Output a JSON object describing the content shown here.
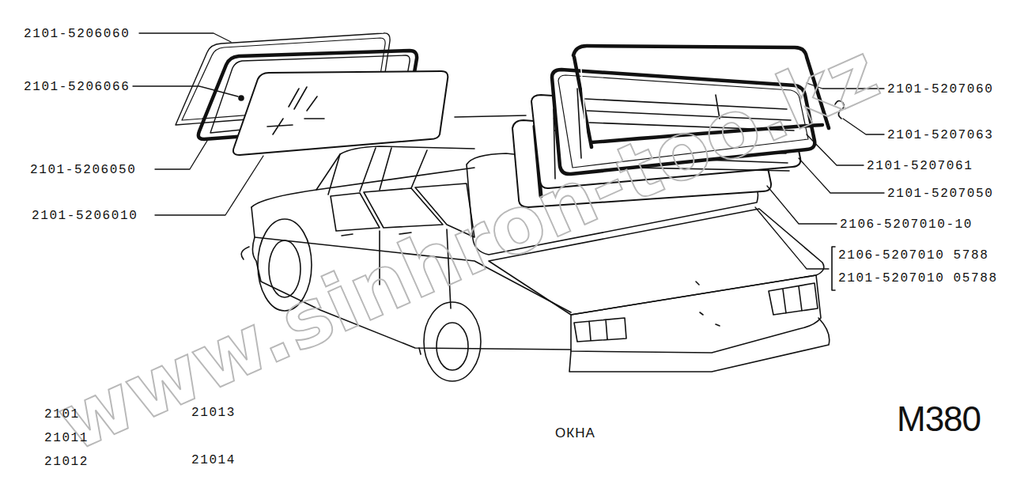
{
  "diagram": {
    "title": "ОКНА",
    "labels": [
      "2101-5206060",
      "2101-5206066",
      "2101-5206050",
      "2101-5206010",
      "2101-5207060",
      "2101-5207063",
      "2101-5207061",
      "2101-5207050",
      "2106-5207010-10",
      "2106-5207010 5788",
      "2101-5207010 05788",
      "2101",
      "21011",
      "21012",
      "21013",
      "21014",
      "M380",
      "www.sinhron-too.kz"
    ]
  }
}
